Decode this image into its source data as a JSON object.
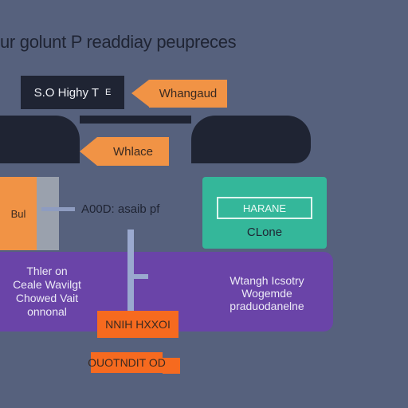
{
  "title": "ur golunt P readdiay peupreces",
  "nodes": {
    "header_box": "S.O Highy T",
    "header_mark": "E",
    "tag_top": "Whangaud",
    "tag_mid": "Whlace",
    "orange_left": "Bul",
    "mid_label": "A00D: asaib pf",
    "teal_inner": "HARANE",
    "teal_label": "CLone",
    "purple_left": "Thler on\nCeale Wavilgt\nChowed Vait\nonnonal",
    "purple_right": "Wtangh Icsotry\nWogemde\npraduodanelne",
    "tag_low1": "NNIH HXXOI",
    "tag_low2": "OUOTNDIT OD"
  },
  "colors": {
    "background": "#56617d",
    "dark": "#1f2433",
    "orange": "#f19345",
    "orange_deep": "#f66a1f",
    "teal": "#34b79a",
    "purple": "#6a44a8",
    "connector": "#9aa9cf"
  }
}
